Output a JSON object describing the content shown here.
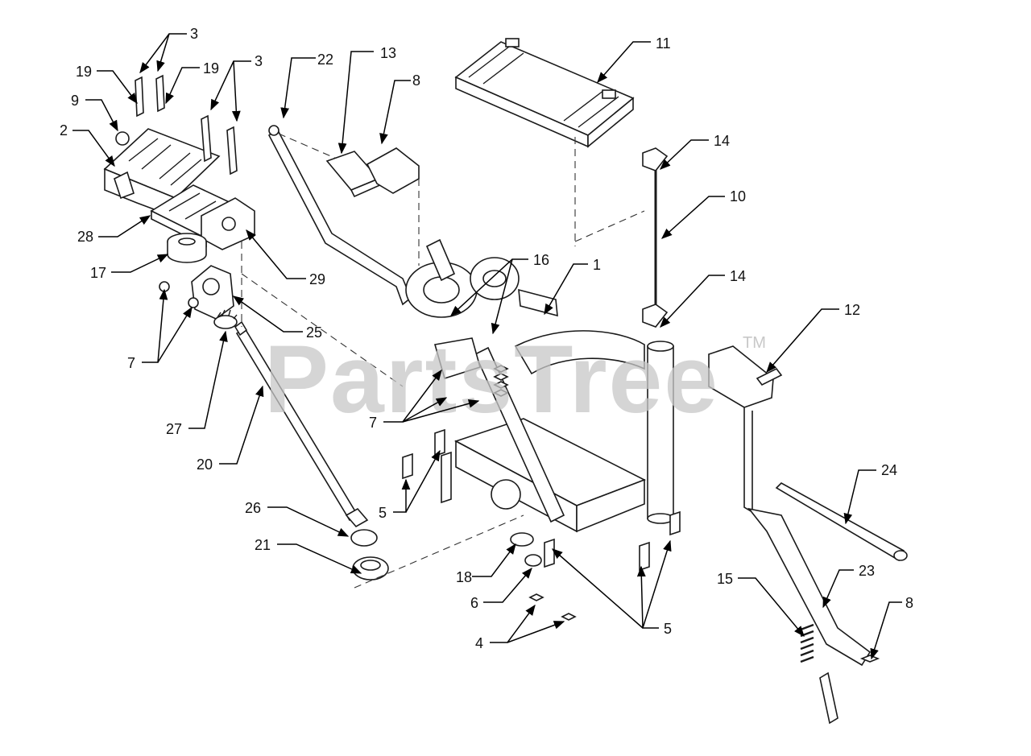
{
  "diagram": {
    "watermark": "PartsTree",
    "watermark_tm": "TM",
    "callouts": {
      "c3a": "3",
      "c19a": "19",
      "c19b": "19",
      "c3b": "3",
      "c22": "22",
      "c13": "13",
      "c8a": "8",
      "c11": "11",
      "c9": "9",
      "c2": "2",
      "c14a": "14",
      "c10": "10",
      "c28": "28",
      "c17": "17",
      "c29": "29",
      "c16": "16",
      "c1": "1",
      "c14b": "14",
      "c12": "12",
      "c25": "25",
      "c7a": "7",
      "c7b": "7",
      "c27": "27",
      "c20": "20",
      "c5a": "5",
      "c24": "24",
      "c26": "26",
      "c21": "21",
      "c18": "18",
      "c23": "23",
      "c15": "15",
      "c6": "6",
      "c8b": "8",
      "c5b": "5",
      "c4": "4"
    }
  }
}
